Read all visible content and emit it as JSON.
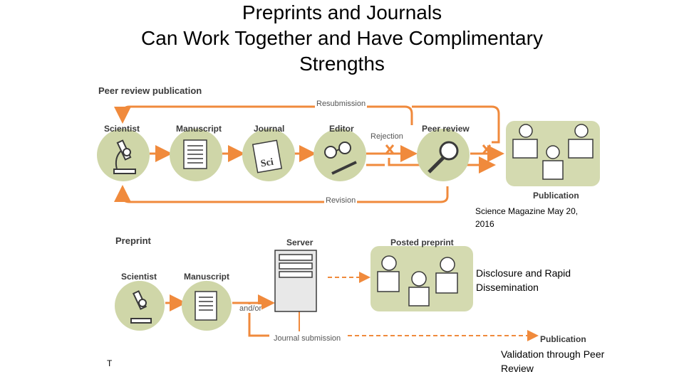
{
  "title_lines": [
    "Preprints and Journals",
    "Can Work Together and Have Complimentary",
    "Strengths"
  ],
  "top_panel": {
    "heading": "Peer review publication",
    "nodes": [
      "Scientist",
      "Manuscript",
      "Journal",
      "Editor",
      "Peer review",
      "Publication"
    ],
    "resubmission": "Resubmission",
    "rejection": "Rejection",
    "revision": "Revision",
    "journal_cover_text": "Sci"
  },
  "bottom_panel": {
    "heading": "Preprint",
    "nodes": [
      "Scientist",
      "Manuscript",
      "Server",
      "Posted preprint",
      "Publication"
    ],
    "and_or": "and/or",
    "journal_submission": "Journal submission"
  },
  "notes": {
    "source": "Science Magazine May 20, 2016",
    "disclosure": "Disclosure and Rapid Dissemination",
    "validation": "Validation through Peer Review",
    "stray": "T"
  },
  "colors": {
    "accent": "#f08a3c",
    "circle": "#cfd6a8",
    "panel": "#d4dab0",
    "ink": "#3a3a3a"
  }
}
